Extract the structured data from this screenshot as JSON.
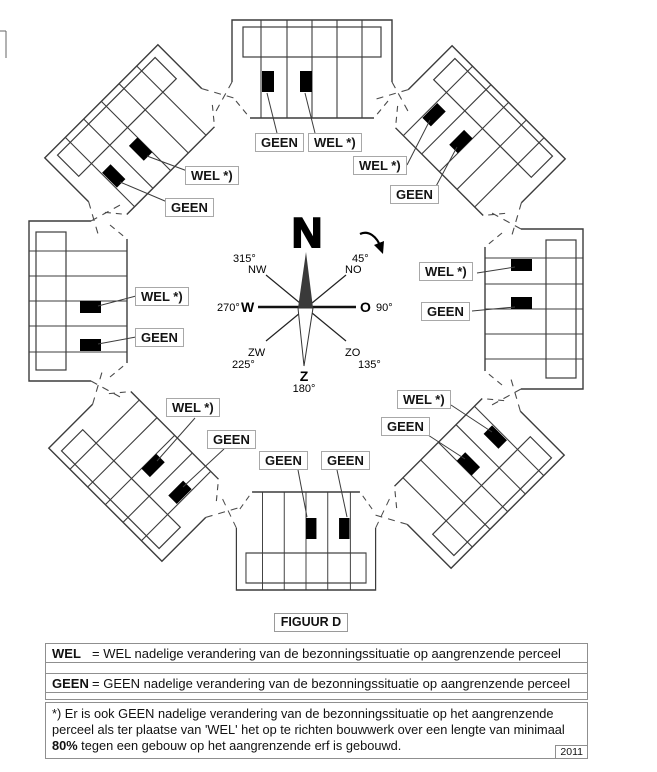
{
  "figure": {
    "title": "FIGUUR D",
    "year": "2011"
  },
  "labels": {
    "wel": "WEL *)",
    "geen": "GEEN"
  },
  "plots": {
    "north": {
      "labels": [
        "GEEN",
        "WEL *)"
      ]
    },
    "northeast": {
      "labels": [
        "WEL *)",
        "GEEN"
      ]
    },
    "east": {
      "labels": [
        "WEL *)",
        "GEEN"
      ]
    },
    "southeast": {
      "labels": [
        "WEL *)",
        "GEEN"
      ]
    },
    "south": {
      "labels": [
        "GEEN",
        "GEEN"
      ]
    },
    "southwest": {
      "labels": [
        "WEL *)",
        "GEEN"
      ]
    },
    "west": {
      "labels": [
        "WEL *)",
        "GEEN"
      ]
    },
    "northwest": {
      "labels": [
        "WEL *)",
        "GEEN"
      ]
    }
  },
  "compass": {
    "n": "N",
    "nw_deg": "315°",
    "nw": "NW",
    "no_deg": "45°",
    "no": "NO",
    "w_deg": "270°",
    "w": "W",
    "o": "O",
    "o_deg": "90°",
    "zw": "ZW",
    "zw_deg": "225°",
    "zo": "ZO",
    "zo_deg": "135°",
    "z": "Z",
    "z_deg": "180°"
  },
  "legend": {
    "rows": [
      {
        "term": "WEL",
        "rest": "= WEL nadelige verandering van de bezonningssituatie op aangrenzende perceel"
      },
      {
        "term": "GEEN",
        "rest": "= GEEN nadelige verandering van de bezonningssituatie op aangrenzende perceel"
      }
    ]
  },
  "note": {
    "before": "*) Er is ook GEEN nadelige verandering van de bezonningssituatie op het aangrenzende perceel als ter plaatse van 'WEL' het op te richten bouwwerk over een lengte van minimaal ",
    "bold": "80%",
    "after": " tegen een gebouw op het aangrenzende erf is gebouwd."
  }
}
